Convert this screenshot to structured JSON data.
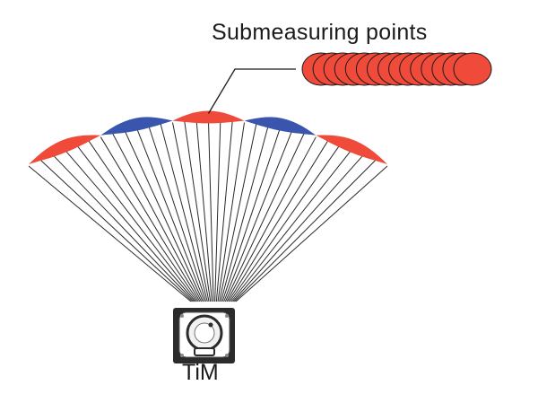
{
  "labels": {
    "submeasuring_points": "Submeasuring points",
    "sensor": "TiM"
  },
  "diagram": {
    "beam_count": 31,
    "submeasuring_points_count": 15,
    "segment_colors": [
      "#ef4a3a",
      "#3a55ae",
      "#ef4a3a",
      "#3a55ae",
      "#ef4a3a"
    ],
    "colors": {
      "red": "#ef4a3a",
      "blue": "#3a55ae",
      "beam_line": "#2a2a2a",
      "outline": "#1a1a1a",
      "sensor_body": "#2b2b2b"
    },
    "icons": [
      "tim-sensor-icon"
    ]
  }
}
